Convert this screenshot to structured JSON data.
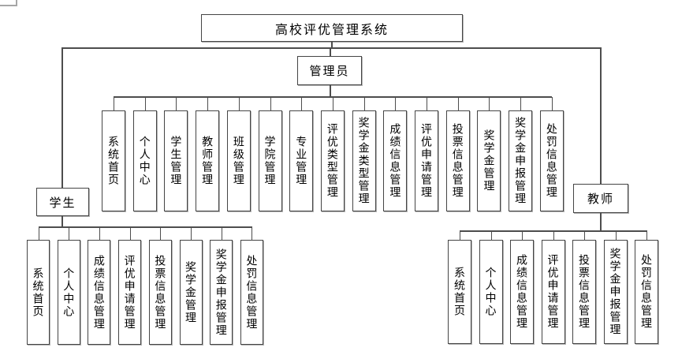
{
  "diagram": {
    "title": "高校评优管理系统",
    "colors": {
      "background": "#ffffff",
      "border": "#454545",
      "line": "#4d4d4d",
      "shadow": "#b3b3b3",
      "text": "#000000"
    },
    "root": {
      "label": "高校评优管理系统"
    },
    "branches": [
      {
        "label": "管理员",
        "children": [
          "系统首页",
          "个人中心",
          "学生管理",
          "教师管理",
          "班级管理",
          "学院管理",
          "专业管理",
          "评优类型管理",
          "奖学金类型管理",
          "成绩信息管理",
          "评优申请管理",
          "投票信息管理",
          "奖学金管理",
          "奖学金申报管理",
          "处罚信息管理"
        ]
      },
      {
        "label": "学生",
        "children": [
          "系统首页",
          "个人中心",
          "成绩信息管理",
          "评优申请管理",
          "投票信息管理",
          "奖学金管理",
          "奖学金申报管理",
          "处罚信息管理"
        ]
      },
      {
        "label": "教师",
        "children": [
          "系统首页",
          "个人中心",
          "成绩信息管理",
          "评优申请管理",
          "投票信息管理",
          "奖学金申报管理",
          "处罚信息管理"
        ]
      }
    ]
  }
}
